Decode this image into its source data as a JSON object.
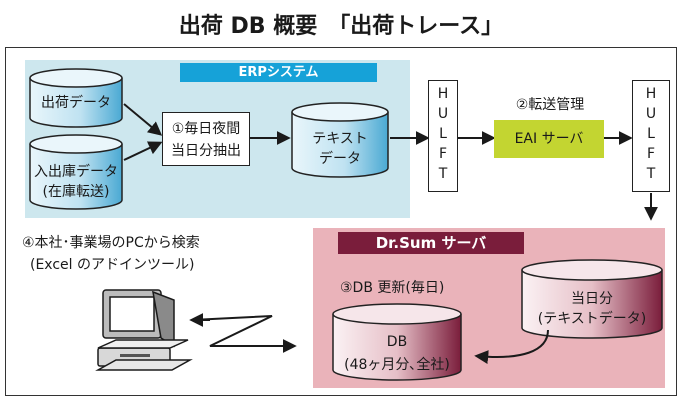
{
  "title": "出荷 DB 概要　「出荷トレース」",
  "erp": {
    "label": "ERPシステム",
    "cyl_shipping": "出荷データ",
    "cyl_inout_line1": "入出庫データ",
    "cyl_inout_line2": "(在庫転送)",
    "step1_line1": "①毎日夜間",
    "step1_line2": "当日分抽出",
    "text_data_line1": "テキスト",
    "text_data_line2": "データ"
  },
  "hulft_left": [
    "H",
    "U",
    "L",
    "F",
    "T"
  ],
  "transfer_label": "②転送管理",
  "eai_label": "EAI サーバ",
  "hulft_right": [
    "H",
    "U",
    "L",
    "F",
    "T"
  ],
  "search": {
    "line1": "④本社･事業場のPCから検索",
    "line2": "(Excel のアドインツール)"
  },
  "drsum": {
    "label": "Dr.Sum サーバ",
    "update_label": "③DB 更新(毎日)",
    "today_line1": "当日分",
    "today_line2": "(テキストデータ)",
    "db_line1": "DB",
    "db_line2": "(48ヶ月分､全社)"
  },
  "colors": {
    "erp_bg": "#cde7ee",
    "erp_label": "#16a2d8",
    "cyl_blue": "#5fb8dc",
    "eai_bg": "#c3d531",
    "drsum_bg": "#eab3ba",
    "drsum_label": "#7a1d3b",
    "cyl_maroon": "#7a1d3b"
  }
}
